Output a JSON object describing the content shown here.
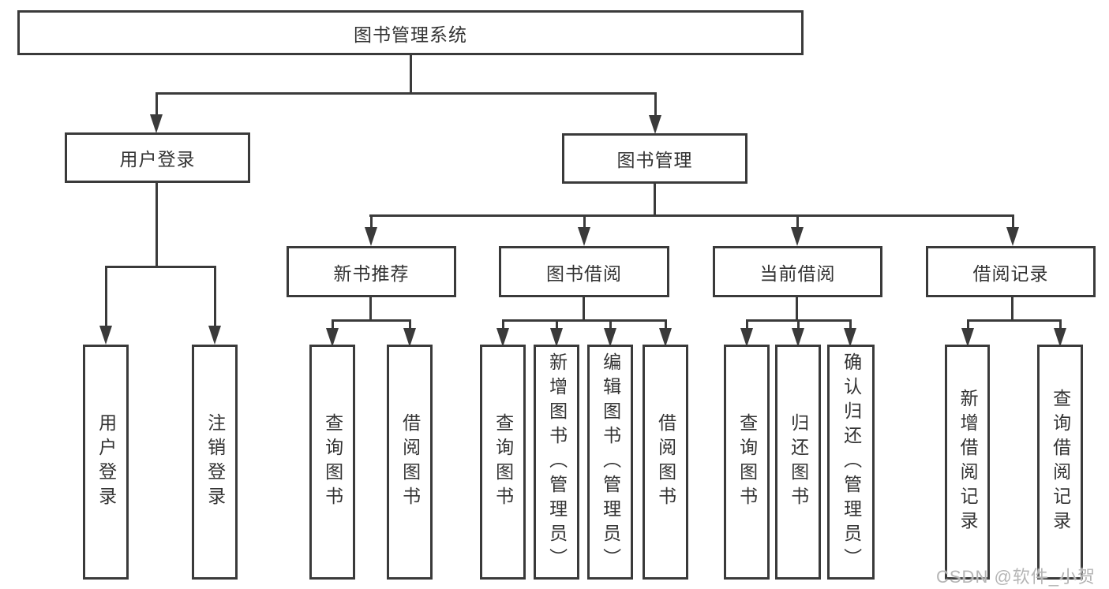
{
  "diagram": {
    "root": "图书管理系统",
    "level2": {
      "user_login": "用户登录",
      "book_mgmt": "图书管理"
    },
    "level3": {
      "new_book": "新书推荐",
      "borrow": "图书借阅",
      "current": "当前借阅",
      "records": "借阅记录"
    },
    "leaves": {
      "user_login": [
        "用户登录",
        "注销登录"
      ],
      "new_book": [
        "查询图书",
        "借阅图书"
      ],
      "borrow": [
        "查询图书",
        "新增图书（管理员）",
        "编辑图书（管理员）",
        "借阅图书"
      ],
      "current": [
        "查询图书",
        "归还图书",
        "确认归还（管理员）"
      ],
      "records": [
        "新增借阅记录",
        "查询借阅记录"
      ]
    }
  },
  "watermark": "CSDN @软件_小贺同学",
  "colors": {
    "line": "#3a3a3a",
    "text": "#333333",
    "watermark": "#b5b5b5",
    "background": "#ffffff"
  }
}
